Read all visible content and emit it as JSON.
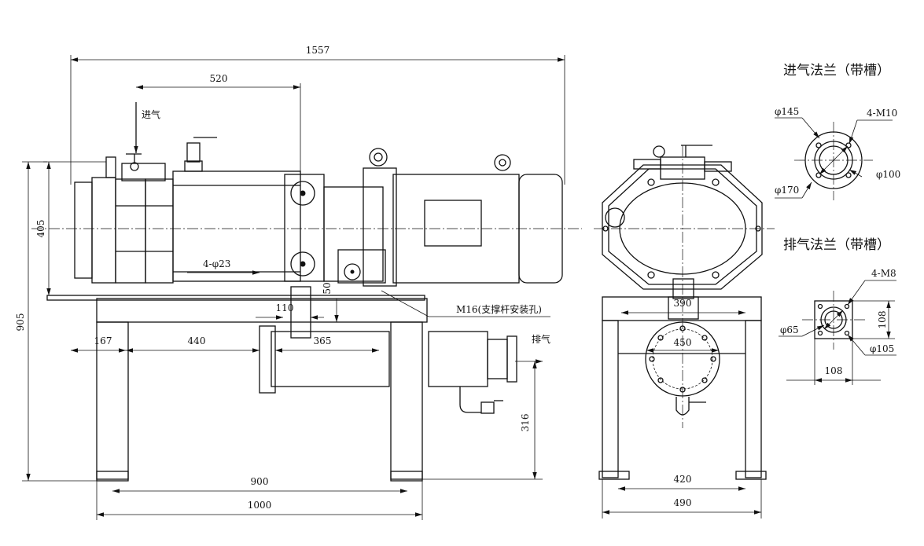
{
  "diagram": {
    "side_view": {
      "dims": {
        "overall_length": "1557",
        "inlet_offset": "520",
        "height_405": "405",
        "height_905": "905",
        "hole_spec": "4-φ23",
        "d110": "110",
        "d50": "50",
        "d167": "167",
        "d440": "440",
        "d365": "365",
        "d316": "316",
        "d900": "900",
        "d1000": "1000"
      },
      "labels": {
        "inlet": "进气",
        "outlet": "排气",
        "support_hole": "M16(支撑杆安装孔)"
      }
    },
    "end_view": {
      "dims": {
        "d390": "390",
        "d450": "450",
        "d420": "420",
        "d490": "490"
      }
    },
    "inlet_flange": {
      "title": "进气法兰（带槽）",
      "dims": {
        "od": "φ145",
        "bolts": "4-M10",
        "pcd": "φ170",
        "id": "φ100"
      }
    },
    "outlet_flange": {
      "title": "排气法兰（带槽）",
      "dims": {
        "bolts": "4-M8",
        "h108": "108",
        "id": "φ65",
        "od": "φ105",
        "w108": "108"
      }
    }
  }
}
